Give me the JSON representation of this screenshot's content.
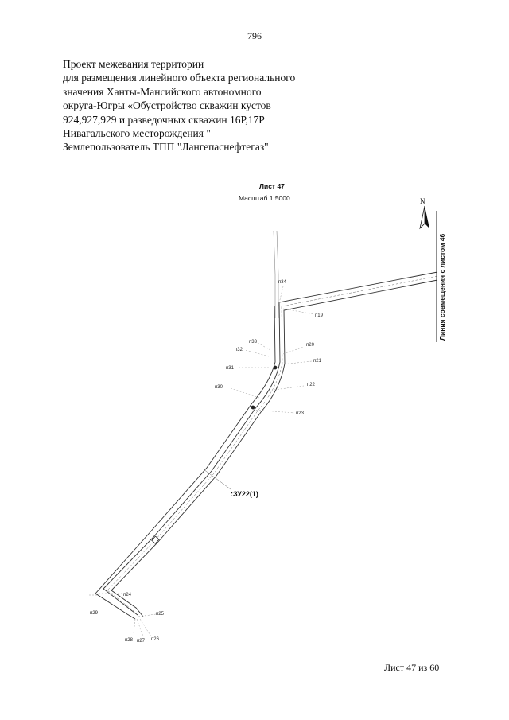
{
  "page": {
    "page_number": "796",
    "title_lines": [
      "Проект межевания территории",
      "для размещения линейного объекта регионального",
      "значения Ханты-Мансийского автономного",
      "округа-Югры «Обустройство скважин кустов",
      "924,927,929 и разведочных скважин 16Р,17Р",
      "Нивагальского месторождения \"",
      "Землепользователь ТПП \"Лангепаснефтегаз\""
    ],
    "footer": "Лист 47 из 60"
  },
  "map": {
    "sheet_label": "Лист 47",
    "scale_label": "Масштаб 1:5000",
    "north_label": "N",
    "matchline_label": "Линия совмещения с листом 46",
    "parcel_label": ":ЗУ22(1)",
    "points": {
      "p34": "п34",
      "p19": "п19",
      "p33": "п33",
      "p32": "п32",
      "p20": "п20",
      "p21": "п21",
      "p31": "п31",
      "p22": "п22",
      "p30": "п30",
      "p23": "п23",
      "p24": "п24",
      "p29": "п29",
      "p25": "п25",
      "p28": "п28",
      "p27": "п27",
      "p26": "п26"
    }
  }
}
